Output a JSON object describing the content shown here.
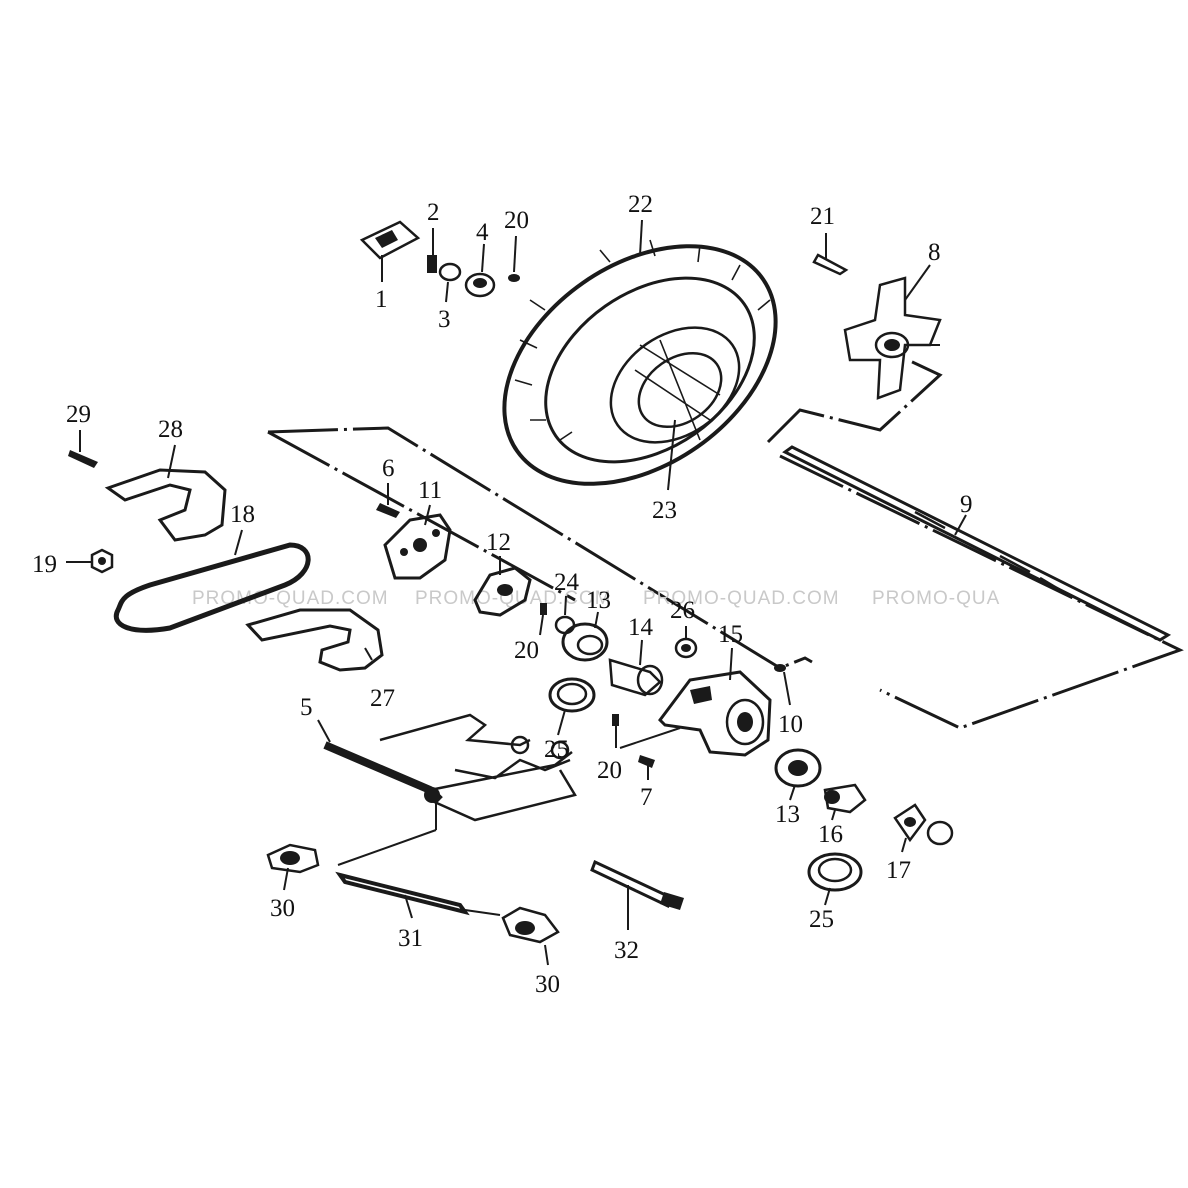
{
  "watermark": "PROMO-QUAD.COM",
  "watermark_partial": "PROMO-QUA",
  "labels": {
    "n1": "1",
    "n2": "2",
    "n3": "3",
    "n4": "4",
    "n5": "5",
    "n6": "6",
    "n7": "7",
    "n8": "8",
    "n9": "9",
    "n10": "10",
    "n11": "11",
    "n12": "12",
    "n13a": "13",
    "n13b": "13",
    "n14": "14",
    "n15": "15",
    "n16": "16",
    "n17": "17",
    "n18": "18",
    "n19": "19",
    "n20a": "20",
    "n20b": "20",
    "n20c": "20",
    "n21": "21",
    "n22": "22",
    "n23": "23",
    "n24": "24",
    "n25a": "25",
    "n25b": "25",
    "n26": "26",
    "n27": "27",
    "n28": "28",
    "n29": "29",
    "n30a": "30",
    "n30b": "30",
    "n31": "31",
    "n32": "32"
  }
}
